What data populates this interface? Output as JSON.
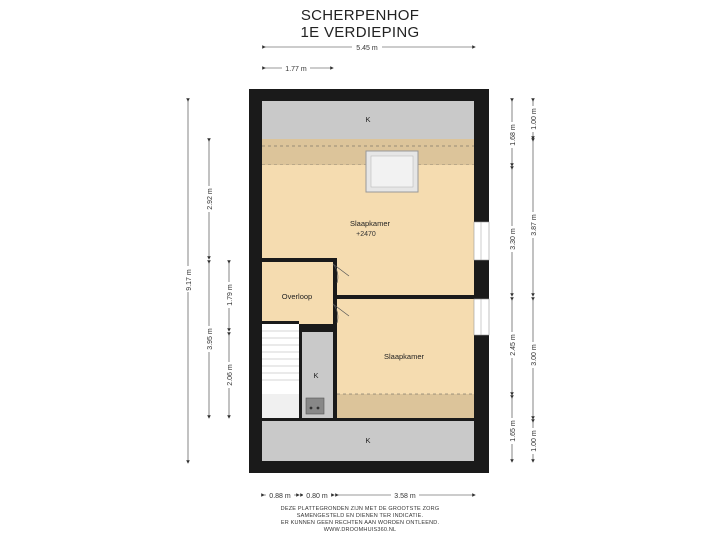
{
  "header": {
    "title_line1": "SCHERPENHOF",
    "title_line2": "1E VERDIEPING"
  },
  "dimensions": {
    "top_total": "5.45 m",
    "top_left": "1.77 m",
    "left_total": "9.17 m",
    "left_upper": "2.92 m",
    "left_lower": "3.95 m",
    "left_inner_upper": "1.79 m",
    "left_inner_lower": "2.06 m",
    "right_outer_top": "1.00 m",
    "right_outer_mid": "3.87 m",
    "right_outer_low": "3.00 m",
    "right_outer_bottom": "1.00 m",
    "right_inner_top": "1.68 m",
    "right_inner_mid": "3.30 m",
    "right_inner_low": "2.45 m",
    "right_inner_bottom": "1.65 m",
    "bottom_a": "0.88 m",
    "bottom_b": "0.80 m",
    "bottom_c": "3.58 m"
  },
  "rooms": {
    "top_storage": "K",
    "bedroom_1": "Slaapkamer",
    "bedroom_1_height": "+2470",
    "landing": "Overloop",
    "closet": "K",
    "bedroom_2": "Slaapkamer",
    "bottom_storage": "K"
  },
  "disclaimer": {
    "line1": "DEZE PLATTEGRONDEN ZIJN MET DE GROOTSTE ZORG",
    "line2": "SAMENGESTELD EN DIENEN TER INDICATIE.",
    "line3": "ER KUNNEN GEEN RECHTEN AAN WORDEN ONTLEEND.",
    "line4": "WWW.DROOMHUIS360.NL"
  },
  "colors": {
    "wall": "#1a1a1a",
    "floor": "#f5dcb0",
    "storage": "#c9c9c9",
    "low_ceiling": "#dcc49a"
  }
}
